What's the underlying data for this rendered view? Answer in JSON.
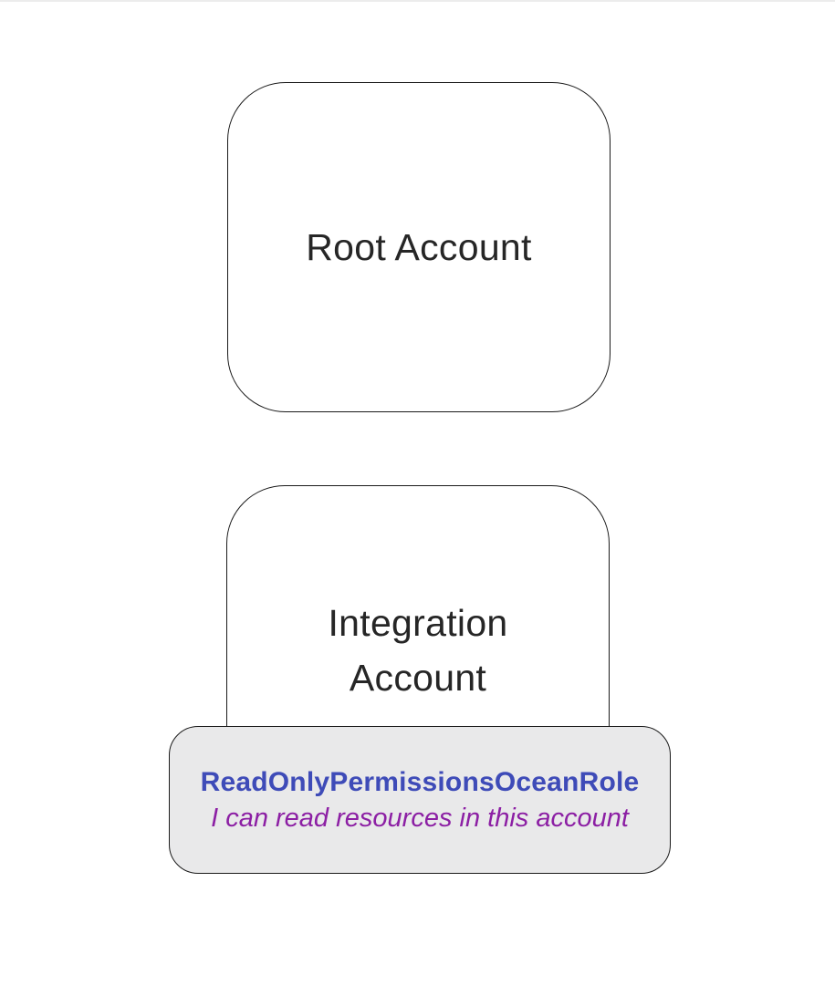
{
  "diagram": {
    "nodes": {
      "root_account": {
        "label": "Root Account"
      },
      "integration_account": {
        "label": "Integration\nAccount"
      },
      "role_note": {
        "title": "ReadOnlyPermissionsOceanRole",
        "subtitle": "I can read resources in this account"
      }
    },
    "colors": {
      "page_bg": "#ffffff",
      "node_fill": "#ffffff",
      "node_border": "#1a1a1a",
      "label_color": "#262626",
      "note_fill": "#e9e9ea",
      "note_border": "#1a1a1a",
      "note_title_color": "#3e4bb8",
      "note_subtitle_color": "#8c1fa4"
    }
  }
}
